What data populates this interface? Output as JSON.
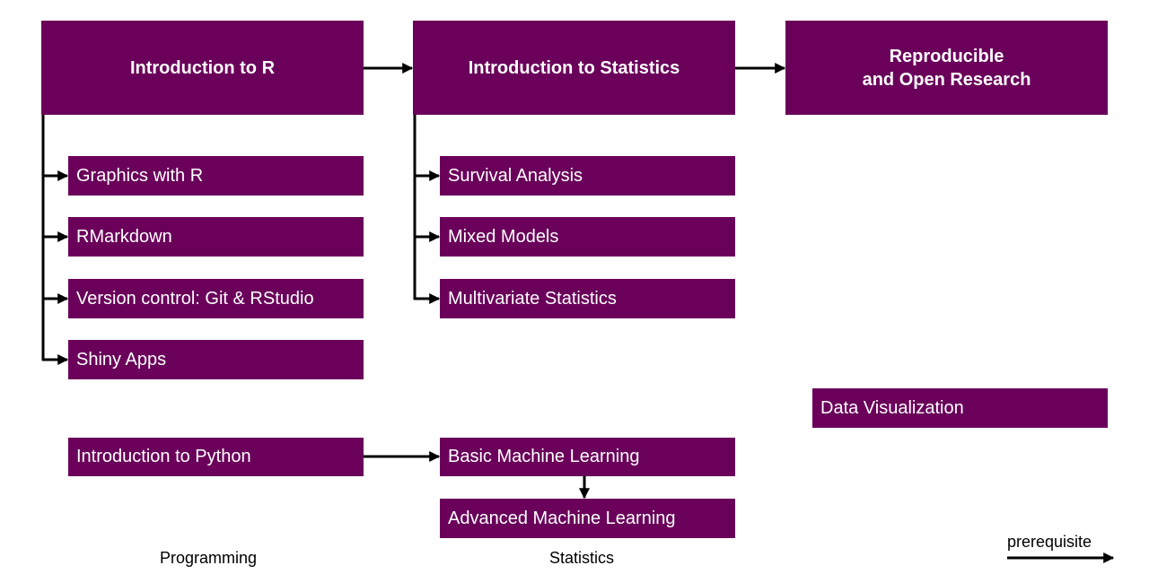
{
  "colors": {
    "box_fill": "#6a005a",
    "box_text": "#ffffff",
    "connector": "#000000"
  },
  "boxes": {
    "intro_r": "Introduction to R",
    "intro_stats": "Introduction to Statistics",
    "reproducible_line1": "Reproducible",
    "reproducible_line2": "and Open Research",
    "graphics_r": "Graphics with R",
    "rmarkdown": "RMarkdown",
    "version_control": "Version control: Git & RStudio",
    "shiny": "Shiny Apps",
    "survival": "Survival Analysis",
    "mixed": "Mixed Models",
    "multivariate": "Multivariate Statistics",
    "data_viz": "Data Visualization",
    "intro_python": "Introduction to Python",
    "basic_ml": "Basic Machine Learning",
    "advanced_ml": "Advanced Machine Learning"
  },
  "captions": {
    "programming": "Programming",
    "statistics": "Statistics"
  },
  "legend": {
    "label": "prerequisite"
  }
}
